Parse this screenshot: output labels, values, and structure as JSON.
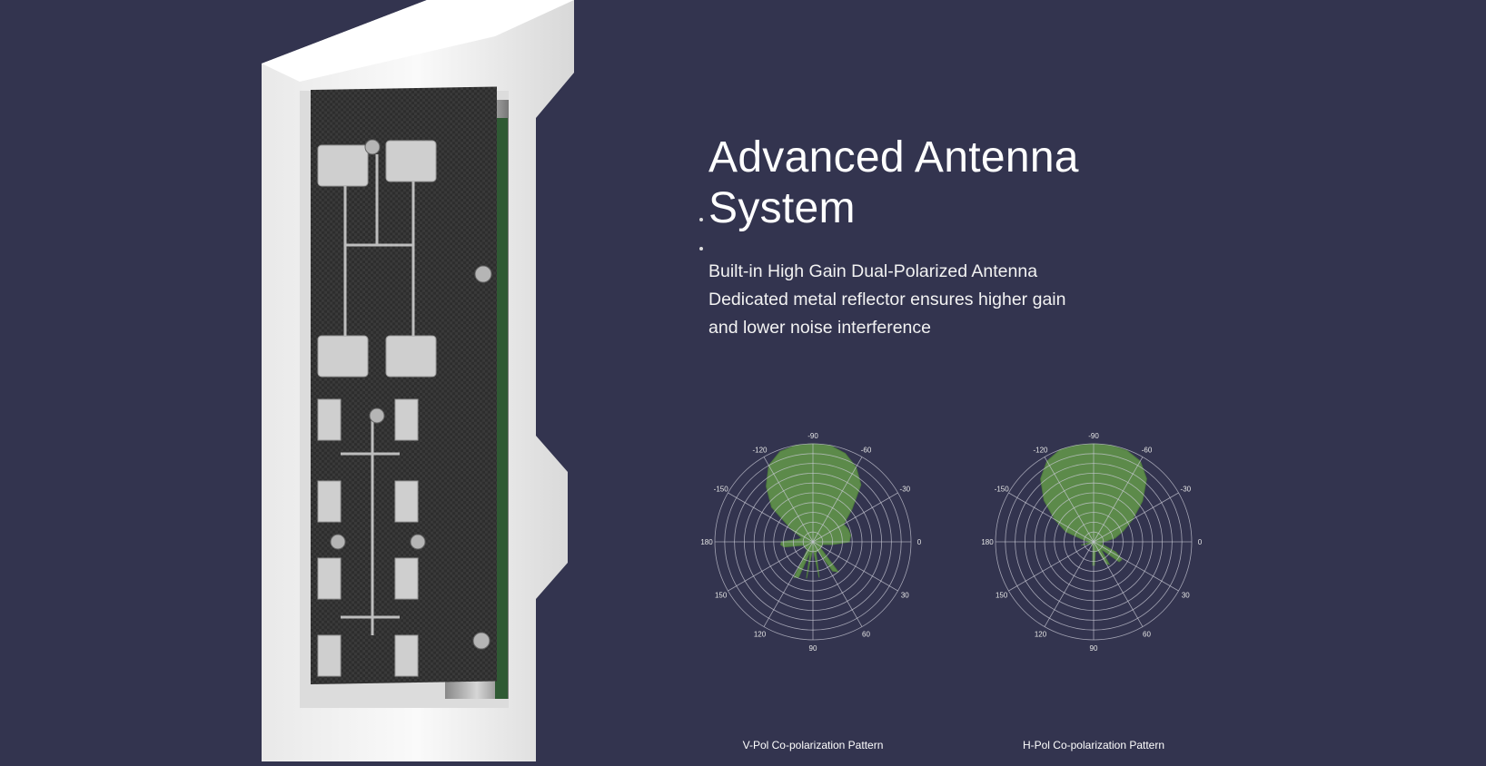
{
  "headline": {
    "line1": "Advanced Antenna",
    "line2": "System"
  },
  "description": {
    "lines": [
      "Built-in High Gain Dual-Polarized Antenna",
      "Dedicated metal reflector ensures higher gain",
      "and lower noise interference"
    ]
  },
  "colors": {
    "background": "#33344f",
    "lobe": "#5f8f4a",
    "grid": "#c9cad6"
  },
  "chart_data": [
    {
      "type": "polar",
      "title": "V-Pol Co-polarization Pattern",
      "angle_ticks": [
        "-90",
        "-60",
        "-30",
        "0",
        "30",
        "60",
        "90",
        "120",
        "150",
        "180",
        "-150",
        "-120"
      ],
      "angle_values": [
        -90,
        -60,
        -30,
        0,
        30,
        60,
        90,
        120,
        150,
        180,
        -150,
        -120
      ],
      "rings": 10,
      "radius_range": [
        0,
        10
      ],
      "grid": true,
      "points": [
        [
          -180,
          3.2
        ],
        [
          -170,
          1.5
        ],
        [
          -160,
          1.2
        ],
        [
          -150,
          2.5
        ],
        [
          -140,
          5.5
        ],
        [
          -130,
          7.4
        ],
        [
          -120,
          9
        ],
        [
          -110,
          9.8
        ],
        [
          -100,
          10
        ],
        [
          -90,
          10
        ],
        [
          -80,
          10
        ],
        [
          -70,
          9.6
        ],
        [
          -60,
          8.8
        ],
        [
          -50,
          7.6
        ],
        [
          -40,
          5.2
        ],
        [
          -30,
          3.6
        ],
        [
          -20,
          3.8
        ],
        [
          -10,
          3.9
        ],
        [
          0,
          3.7
        ],
        [
          8,
          2
        ],
        [
          15,
          1
        ],
        [
          25,
          1
        ],
        [
          40,
          1
        ],
        [
          50,
          4
        ],
        [
          56,
          3.6
        ],
        [
          62,
          1
        ],
        [
          75,
          1.2
        ],
        [
          80,
          3.7
        ],
        [
          85,
          1
        ],
        [
          95,
          1
        ],
        [
          100,
          3.8
        ],
        [
          105,
          1
        ],
        [
          112,
          3.9
        ],
        [
          118,
          4.1
        ],
        [
          125,
          1
        ],
        [
          140,
          1
        ],
        [
          160,
          1
        ],
        [
          170,
          3
        ],
        [
          175,
          3.3
        ]
      ]
    },
    {
      "type": "polar",
      "title": "H-Pol Co-polarization Pattern",
      "angle_ticks": [
        "-90",
        "-60",
        "-30",
        "0",
        "30",
        "60",
        "90",
        "120",
        "150",
        "180",
        "-150",
        "-120"
      ],
      "angle_values": [
        -90,
        -60,
        -30,
        0,
        30,
        60,
        90,
        120,
        150,
        180,
        -150,
        -120
      ],
      "rings": 10,
      "radius_range": [
        0,
        10
      ],
      "grid": true,
      "points": [
        [
          -180,
          0.5
        ],
        [
          -170,
          1
        ],
        [
          -160,
          3
        ],
        [
          -150,
          4.6
        ],
        [
          -140,
          6.6
        ],
        [
          -130,
          8.4
        ],
        [
          -120,
          9.5
        ],
        [
          -110,
          10
        ],
        [
          -100,
          10
        ],
        [
          -90,
          10
        ],
        [
          -80,
          10
        ],
        [
          -70,
          9.9
        ],
        [
          -60,
          9.5
        ],
        [
          -50,
          8.4
        ],
        [
          -40,
          6.5
        ],
        [
          -30,
          4.6
        ],
        [
          -20,
          3.2
        ],
        [
          -10,
          2.2
        ],
        [
          0,
          1
        ],
        [
          15,
          0.8
        ],
        [
          25,
          2.5
        ],
        [
          32,
          3.4
        ],
        [
          38,
          3.3
        ],
        [
          45,
          1
        ],
        [
          55,
          2.8
        ],
        [
          60,
          2.6
        ],
        [
          65,
          1
        ],
        [
          80,
          1
        ],
        [
          88,
          2.4
        ],
        [
          92,
          2.4
        ],
        [
          100,
          0.5
        ],
        [
          150,
          0.3
        ],
        [
          165,
          1.3
        ],
        [
          170,
          0.5
        ]
      ]
    }
  ]
}
